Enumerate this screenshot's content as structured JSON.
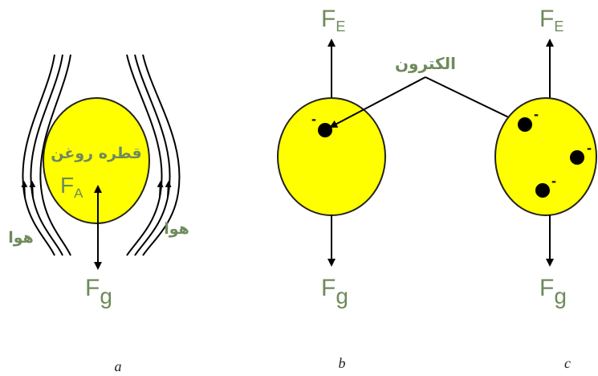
{
  "colors": {
    "drop_fill": "#ffff00",
    "drop_stroke": "#222222",
    "label_green": "#6f8a5b",
    "line": "#000000"
  },
  "labels": {
    "oil_drop": "قطره روغن",
    "air_left": "هوا",
    "air_right": "هوا",
    "electron": "الکترون",
    "buoyancy": {
      "base": "F",
      "sub": "A"
    },
    "electric": {
      "base": "F",
      "sub": "E"
    },
    "gravity": {
      "base": "F",
      "sub": "g"
    },
    "minus": "-"
  },
  "panels": [
    "a",
    "b",
    "c"
  ]
}
